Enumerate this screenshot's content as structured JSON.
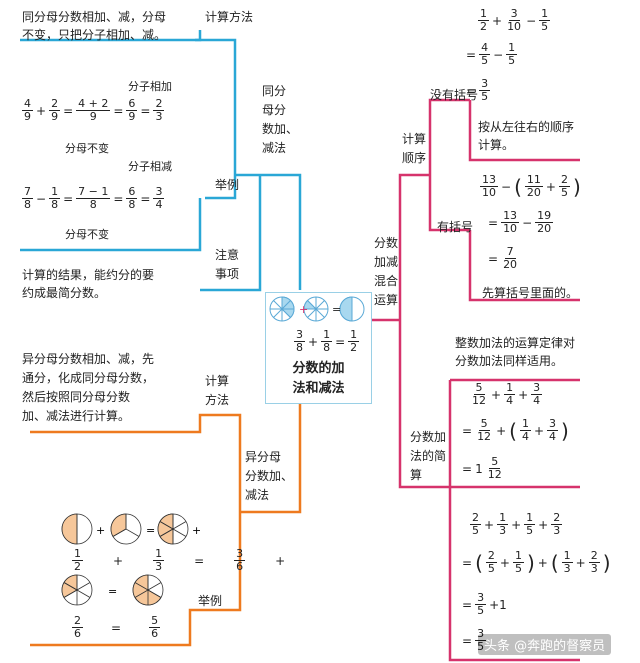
{
  "colors": {
    "blue": "#2aa7d6",
    "pink": "#d6336c",
    "orange": "#ee7a1f",
    "fill": "#f6c79a",
    "circle_stroke": "#5aa9d6"
  },
  "center": {
    "title": "分数的加\n法和减法",
    "eq": {
      "a": {
        "n": "3",
        "d": "8"
      },
      "b": {
        "n": "1",
        "d": "8"
      },
      "r": {
        "n": "1",
        "d": "2"
      }
    }
  },
  "left_top": {
    "rule_text": "同分母分数相加、减，分母\n不变，只把分子相加、减。",
    "rule_label": "计算方法",
    "branch_label": "同分\n母分\n数加、\n减法",
    "example_label": "举例",
    "note_label": "注意\n事项",
    "note_text": "计算的结果，能约分的要\n约成最简分数。",
    "add_note_top": "分子相加",
    "add_note_bottom": "分母不变",
    "sub_note_top": "分子相减",
    "sub_note_bottom": "分母不变",
    "ex_add": {
      "a": "4",
      "b": "2",
      "d": "9",
      "sum": "4 + 2",
      "rn": "6",
      "rs": "2",
      "rd": "3"
    },
    "ex_sub": {
      "a": "7",
      "b": "1",
      "d": "8",
      "sum": "7 − 1",
      "rn": "6",
      "rs": "3",
      "rd": "4"
    }
  },
  "left_bottom": {
    "rule_text": "异分母分数相加、减，先\n通分，化成同分母分数，\n然后按照同分母分数\n加、减法进行计算。",
    "rule_label": "计算\n方法",
    "branch_label": "异分母\n分数加、\n减法",
    "example_label": "举例",
    "fr1": {
      "n": "1",
      "d": "2"
    },
    "fr2": {
      "n": "1",
      "d": "3"
    },
    "fr3": {
      "n": "3",
      "d": "6"
    },
    "fr4": {
      "n": "2",
      "d": "6"
    },
    "fr5": {
      "n": "5",
      "d": "6"
    }
  },
  "right": {
    "branch_label": "分数\n加减\n混合\n运算",
    "order_label": "计算\n顺序",
    "no_paren_label": "没有括号",
    "no_paren_desc": "按从左往右的顺序\n计算。",
    "paren_label": "有括号",
    "paren_desc": "先算括号里面的。",
    "simplify_label": "分数加\n法的简\n算",
    "law_text": "整数加法的运算定律对\n分数加法同样适用。",
    "np": {
      "l1": [
        "1",
        "2",
        "3",
        "10",
        "1",
        "5"
      ],
      "l2": [
        "4",
        "5",
        "1",
        "5"
      ],
      "l3": [
        "3",
        "5"
      ]
    },
    "wp": {
      "l1": [
        "13",
        "10",
        "11",
        "20",
        "2",
        "5"
      ],
      "l2": [
        "13",
        "10",
        "19",
        "20"
      ],
      "l3": [
        "7",
        "20"
      ]
    },
    "s1": {
      "l1": [
        "5",
        "12",
        "1",
        "4",
        "3",
        "4"
      ],
      "l2": [
        "5",
        "12",
        "1",
        "4",
        "3",
        "4"
      ],
      "l3_int": "1",
      "l3": [
        "5",
        "12"
      ]
    },
    "s2": {
      "l1": [
        "2",
        "5",
        "1",
        "3",
        "1",
        "5",
        "2",
        "3"
      ],
      "l2": [
        "2",
        "5",
        "1",
        "5",
        "1",
        "3",
        "2",
        "3"
      ],
      "l3": [
        "3",
        "5"
      ],
      "l3_tail": "+1",
      "l4": [
        "3",
        "5"
      ]
    }
  },
  "watermark": "头条 @奔跑的督察员"
}
